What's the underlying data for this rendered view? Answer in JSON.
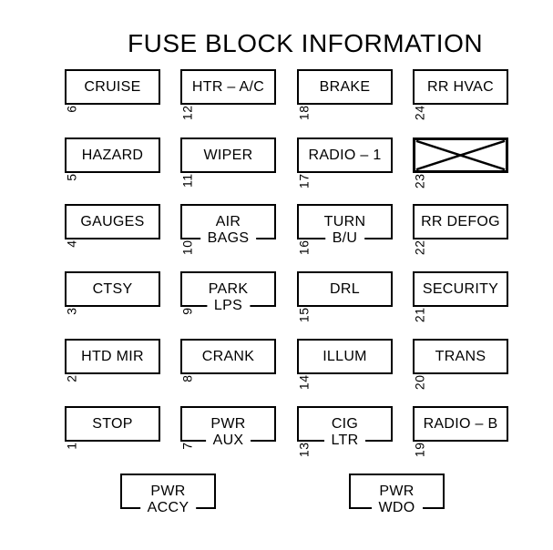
{
  "title": "FUSE BLOCK INFORMATION",
  "colors": {
    "ink": "#000000",
    "paper": "#ffffff"
  },
  "grid": {
    "cells": [
      {
        "number": "6",
        "line1": "CRUISE"
      },
      {
        "number": "12",
        "line1": "HTR – A/C"
      },
      {
        "number": "18",
        "line1": "BRAKE"
      },
      {
        "number": "24",
        "line1": "RR HVAC"
      },
      {
        "number": "5",
        "line1": "HAZARD"
      },
      {
        "number": "11",
        "line1": "WIPER"
      },
      {
        "number": "17",
        "line1": "RADIO – 1"
      },
      {
        "number": "23",
        "line1": "",
        "crossed": true
      },
      {
        "number": "4",
        "line1": "GAUGES"
      },
      {
        "number": "10",
        "line1": "AIR",
        "line2": "BAGS"
      },
      {
        "number": "16",
        "line1": "TURN",
        "line2": "B/U"
      },
      {
        "number": "22",
        "line1": "RR DEFOG"
      },
      {
        "number": "3",
        "line1": "CTSY"
      },
      {
        "number": "9",
        "line1": "PARK",
        "line2": "LPS"
      },
      {
        "number": "15",
        "line1": "DRL"
      },
      {
        "number": "21",
        "line1": "SECURITY"
      },
      {
        "number": "2",
        "line1": "HTD MIR"
      },
      {
        "number": "8",
        "line1": "CRANK"
      },
      {
        "number": "14",
        "line1": "ILLUM"
      },
      {
        "number": "20",
        "line1": "TRANS"
      },
      {
        "number": "1",
        "line1": "STOP"
      },
      {
        "number": "7",
        "line1": "PWR",
        "line2": "AUX"
      },
      {
        "number": "13",
        "line1": "CIG",
        "line2": "LTR"
      },
      {
        "number": "19",
        "line1": "RADIO – B"
      }
    ],
    "footer_cells": [
      {
        "line1": "PWR",
        "line2": "ACCY"
      },
      {
        "line1": "PWR",
        "line2": "WDO"
      }
    ]
  }
}
